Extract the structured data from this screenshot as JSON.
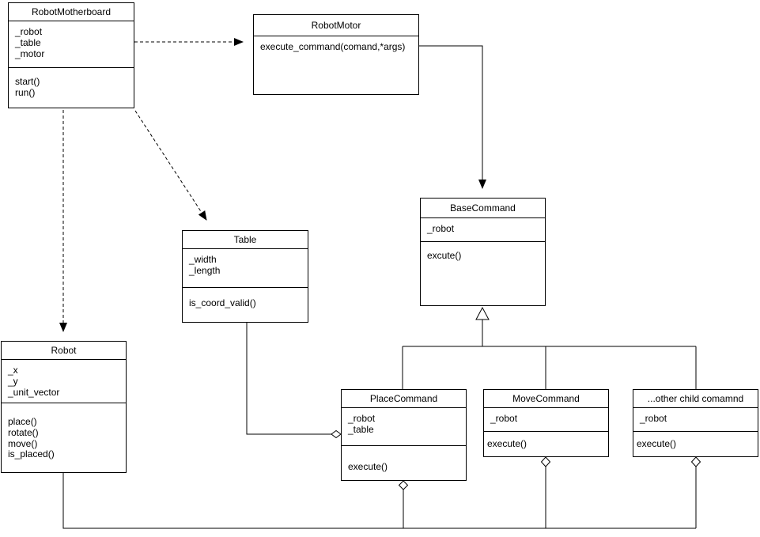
{
  "diagram": {
    "kind": "uml-class-diagram",
    "colors": {
      "line": "#000000",
      "box_fill": "#ffffff",
      "background": "#ffffff",
      "text": "#000000"
    },
    "classes": [
      {
        "name": "RobotMotherboard",
        "attributes": "_robot\n_table\n_motor",
        "methods": "start()\nrun()"
      },
      {
        "name": "RobotMotor",
        "attributes": "",
        "methods": "execute_command(comand,*args)"
      },
      {
        "name": "Table",
        "attributes": "_width\n_length",
        "methods": "is_coord_valid()"
      },
      {
        "name": "BaseCommand",
        "attributes": "_robot",
        "methods": "excute()"
      },
      {
        "name": "Robot",
        "attributes": "_x\n_y\n_unit_vector",
        "methods": "place()\nrotate()\nmove()\nis_placed()"
      },
      {
        "name": "PlaceCommand",
        "attributes": "_robot\n_table",
        "methods": "execute()"
      },
      {
        "name": "MoveCommand",
        "attributes": "_robot",
        "methods": "execute()"
      },
      {
        "name": "...other child comamnd",
        "attributes": "_robot",
        "methods": "execute()"
      }
    ],
    "relationships": [
      {
        "from": "RobotMotherboard",
        "to": "RobotMotor",
        "type": "dependency",
        "style": "dashed-open-arrow"
      },
      {
        "from": "RobotMotherboard",
        "to": "Table",
        "type": "dependency",
        "style": "dashed-open-arrow"
      },
      {
        "from": "RobotMotherboard",
        "to": "Robot",
        "type": "dependency",
        "style": "dashed-open-arrow"
      },
      {
        "from": "RobotMotor",
        "to": "BaseCommand",
        "type": "directed-association",
        "style": "solid-filled-arrow"
      },
      {
        "from": "PlaceCommand",
        "to": "BaseCommand",
        "type": "generalization",
        "style": "hollow-triangle"
      },
      {
        "from": "MoveCommand",
        "to": "BaseCommand",
        "type": "generalization",
        "style": "hollow-triangle"
      },
      {
        "from": "...other child comamnd",
        "to": "BaseCommand",
        "type": "generalization",
        "style": "hollow-triangle"
      },
      {
        "from": "Table",
        "to": "PlaceCommand",
        "type": "aggregation",
        "style": "hollow-diamond-at-placecommand"
      },
      {
        "from": "Robot",
        "to": "PlaceCommand",
        "type": "aggregation",
        "style": "hollow-diamond-at-placecommand"
      },
      {
        "from": "Robot",
        "to": "MoveCommand",
        "type": "aggregation",
        "style": "hollow-diamond-at-movecommand"
      },
      {
        "from": "Robot",
        "to": "...other child comamnd",
        "type": "aggregation",
        "style": "hollow-diamond-at-other-child"
      }
    ]
  }
}
